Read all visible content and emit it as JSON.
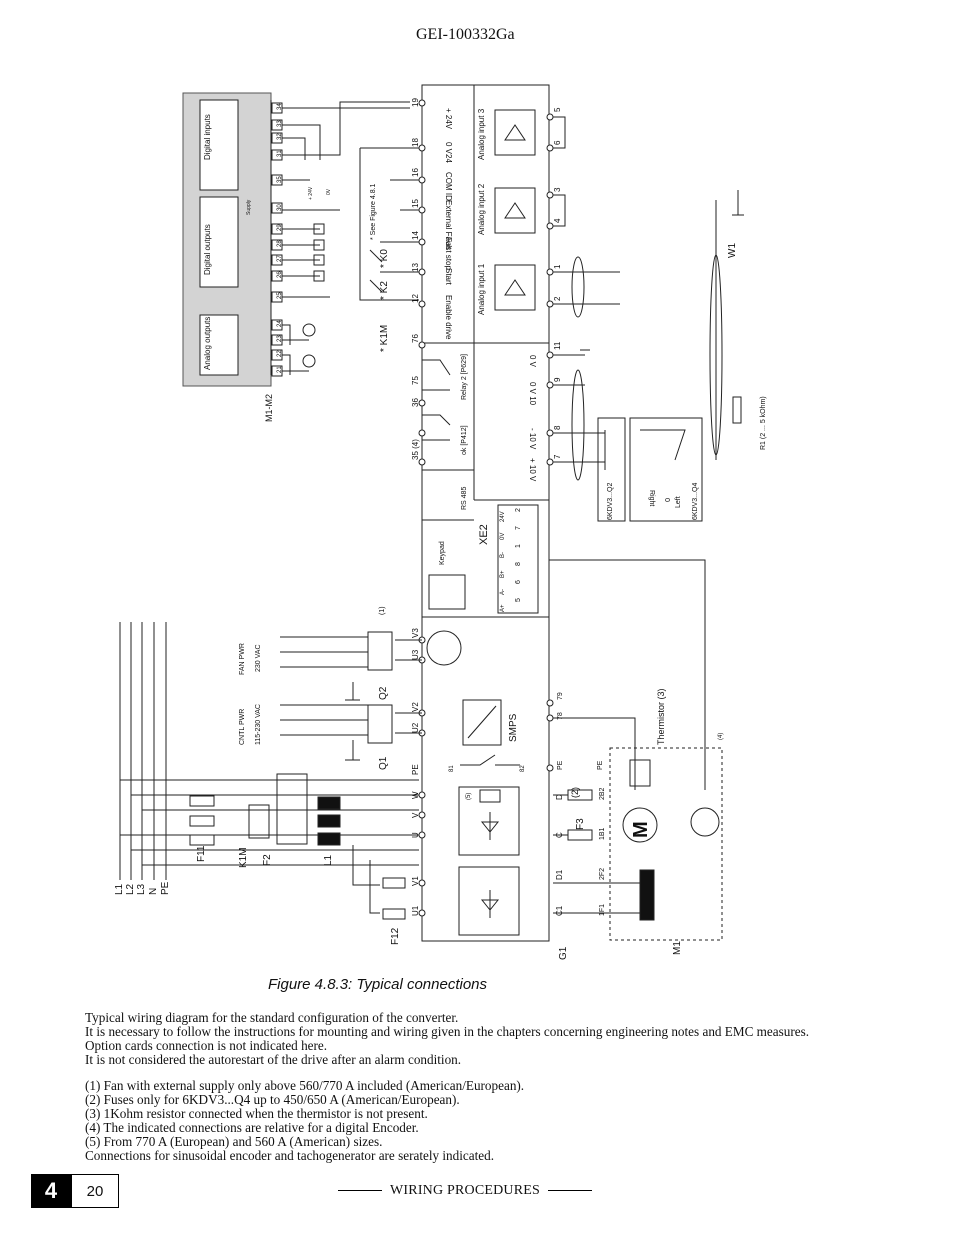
{
  "header": {
    "doc_id": "GEI-100332Ga"
  },
  "diagram": {
    "modules": {
      "analog_outputs": "Analog outputs",
      "digital_outputs": "Digital outputs",
      "digital_inputs": "Digital inputs",
      "supply": "Supply",
      "plus24v": "+ 24V",
      "zerov": "0V",
      "m1m2": "M1-M2",
      "terms_ao": [
        "21",
        "22",
        "23",
        "24"
      ],
      "terms_do": [
        "25",
        "26",
        "27",
        "28",
        "29",
        "30"
      ],
      "terms_di": [
        "35",
        "31",
        "32",
        "33",
        "34"
      ]
    },
    "terminals_top": {
      "t19": "19",
      "t18": "18",
      "t16": "16",
      "t15": "15",
      "t14": "14",
      "t13": "13",
      "t12": "12",
      "t76": "76",
      "t75": "75",
      "t36": "36",
      "t35": "35 (4)",
      "plus24": "+ 24V",
      "zero24": "0 V24",
      "comid": "COM ID",
      "extfault": "External Fault",
      "faststop": "Fast stop",
      "start": "Start",
      "enable": "Enable drive",
      "relay2": "Relay 2 [P629]",
      "ok": "ok [P412]",
      "rs485": "RS 485",
      "keypad": "Keypad",
      "see_fig": "* See Figure 4.8.1",
      "k1m": "* K1M",
      "k2": "* K2",
      "k0": "* K0",
      "xe2": "XE2",
      "xe2_top": [
        "24V",
        "0V",
        "B-",
        "B+",
        "A-",
        "A+"
      ],
      "xe2_pins": [
        "2",
        "7",
        "1",
        "8",
        "6",
        "5"
      ]
    },
    "analog_inputs": {
      "ai3": "Analog input 3",
      "ai2": "Analog input 2",
      "ai1": "Analog input 1",
      "t5": "5",
      "t6": "6",
      "t3": "3",
      "t4": "4",
      "t1": "1",
      "t2": "2",
      "t11": "11",
      "t9": "9",
      "t8": "8",
      "t7": "7",
      "v0": "0 V",
      "v010": "0 V 10",
      "m10": "- 10 V",
      "p10": "+ 10 V",
      "w1": "W1",
      "r1": "R1 (2 ... 5 kOhm)",
      "kdv1": "6KDV3...Q2",
      "kdv2": "6KDV3...Q4",
      "left": "Left",
      "right": "Right",
      "zero": "0"
    },
    "power": {
      "fan": "FAN PWR",
      "fan_v": "230 VAC",
      "cntl": "CNTL PWR",
      "cntl_v": "115-230 VAC",
      "note1": "(1)",
      "q2": "Q2",
      "q1": "Q1",
      "v3": "V3",
      "u3": "U3",
      "v2": "V2",
      "u2": "U2",
      "pe": "PE",
      "w": "W",
      "v": "V",
      "u": "U",
      "v1": "V1",
      "u1": "U1",
      "smps": "SMPS",
      "t81": "81",
      "t82": "82",
      "t79": "79",
      "t78": "78",
      "note5": "(5)",
      "therm": "Thermistor (3)",
      "note4": "(4)",
      "note2": "(2)",
      "d": "D",
      "c": "C",
      "d1": "D1",
      "c1": "C1",
      "b2": "2B2",
      "b1": "1B1",
      "f2b": "2F2",
      "f1b": "1F1",
      "f3": "F3",
      "m1": "M1",
      "g1": "G1",
      "motor": "M",
      "lines": [
        "L1",
        "L2",
        "L3",
        "N",
        "PE"
      ],
      "f11": "F11",
      "k1m": "K1M",
      "f2": "F2",
      "l1": "L1",
      "f12": "F12"
    }
  },
  "figure": {
    "caption": "Figure 4.8.3:  Typical connections"
  },
  "body": {
    "paragraph": [
      "Typical wiring diagram for the standard configuration of the converter.",
      "It is necessary to follow the instructions for mounting and wiring given in the chapters concerning engineering notes and EMC measures.",
      "Option cards connection is not indicated here.",
      "It is not considered the autorestart of the drive after an alarm condition."
    ],
    "notes": [
      "(1) Fan with external supply only above 560/770 A included  (American/European).",
      "(2) Fuses only for 6KDV3...Q4 up to 450/650 A (American/European).",
      "(3) 1Kohm resistor connected when the thermistor is not present.",
      "(4) The indicated connections are relative for a digital Encoder.",
      "(5) From 770 A (European) and 560 A (American) sizes.",
      "Connections for sinusoidal encoder and tachogenerator are serately indicated."
    ]
  },
  "footer": {
    "chapter": "4",
    "page": "20",
    "section": "WIRING PROCEDURES"
  }
}
